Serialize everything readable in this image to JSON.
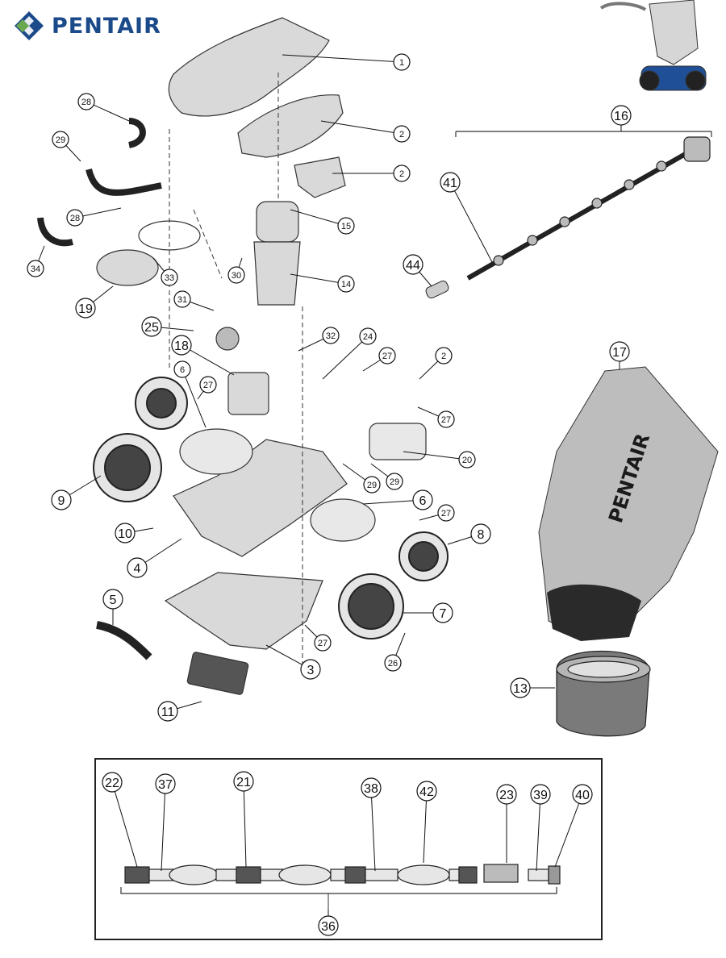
{
  "brand": {
    "name": "PENTAIR",
    "logo_icon": "pentair-diamond-logo-icon",
    "colors": {
      "navy": "#1b4a8a",
      "green": "#6aa84f"
    }
  },
  "bag_print": "PENTAIR",
  "callouts": [
    {
      "id": "c1",
      "label": "1"
    },
    {
      "id": "c2a",
      "label": "2"
    },
    {
      "id": "c2b",
      "label": "2"
    },
    {
      "id": "c2c",
      "label": "2"
    },
    {
      "id": "c3",
      "label": "3"
    },
    {
      "id": "c4",
      "label": "4"
    },
    {
      "id": "c5",
      "label": "5"
    },
    {
      "id": "c6a",
      "label": "6"
    },
    {
      "id": "c6b",
      "label": "6"
    },
    {
      "id": "c7",
      "label": "7"
    },
    {
      "id": "c8",
      "label": "8"
    },
    {
      "id": "c9",
      "label": "9"
    },
    {
      "id": "c10",
      "label": "10"
    },
    {
      "id": "c11",
      "label": "11"
    },
    {
      "id": "c13",
      "label": "13"
    },
    {
      "id": "c14",
      "label": "14"
    },
    {
      "id": "c15",
      "label": "15"
    },
    {
      "id": "c16",
      "label": "16"
    },
    {
      "id": "c17",
      "label": "17"
    },
    {
      "id": "c18",
      "label": "18"
    },
    {
      "id": "c19",
      "label": "19"
    },
    {
      "id": "c20",
      "label": "20"
    },
    {
      "id": "c21",
      "label": "21"
    },
    {
      "id": "c22",
      "label": "22"
    },
    {
      "id": "c23",
      "label": "23"
    },
    {
      "id": "c24",
      "label": "24"
    },
    {
      "id": "c25",
      "label": "25"
    },
    {
      "id": "c26",
      "label": "26"
    },
    {
      "id": "c27a",
      "label": "27"
    },
    {
      "id": "c27b",
      "label": "27"
    },
    {
      "id": "c27c",
      "label": "27"
    },
    {
      "id": "c27d",
      "label": "27"
    },
    {
      "id": "c27e",
      "label": "27"
    },
    {
      "id": "c28a",
      "label": "28"
    },
    {
      "id": "c28b",
      "label": "28"
    },
    {
      "id": "c29a",
      "label": "29"
    },
    {
      "id": "c29b",
      "label": "29"
    },
    {
      "id": "c29c",
      "label": "29"
    },
    {
      "id": "c30",
      "label": "30"
    },
    {
      "id": "c31",
      "label": "31"
    },
    {
      "id": "c32",
      "label": "32"
    },
    {
      "id": "c33",
      "label": "33"
    },
    {
      "id": "c34",
      "label": "34"
    },
    {
      "id": "c36",
      "label": "36"
    },
    {
      "id": "c37",
      "label": "37"
    },
    {
      "id": "c38",
      "label": "38"
    },
    {
      "id": "c39",
      "label": "39"
    },
    {
      "id": "c40",
      "label": "40"
    },
    {
      "id": "c41",
      "label": "41"
    },
    {
      "id": "c42",
      "label": "42"
    },
    {
      "id": "c44",
      "label": "44"
    }
  ]
}
